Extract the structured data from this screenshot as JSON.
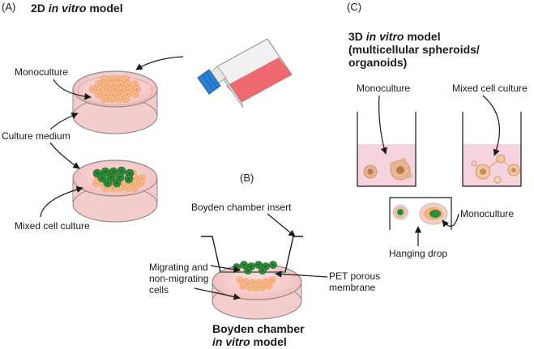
{
  "panel_a": {
    "letter": "(A)",
    "title_pre": "2D ",
    "title_em": "in vitro",
    "title_post": " model",
    "label_monoculture": "Monoculture",
    "label_medium": "Culture medium",
    "label_mixed": "Mixed cell culture"
  },
  "panel_b": {
    "letter_open": "(",
    "letter": "B",
    "letter_close": ")",
    "label_insert": "Boyden chamber insert",
    "label_migrating_1": "Migrating and",
    "label_migrating_2": "non-migrating",
    "label_migrating_3": "cells",
    "label_pet_1": "PET porous",
    "label_pet_2": "membrane",
    "title_line1": "Boyden chamber",
    "title_em": "in vitro",
    "title_post": " model"
  },
  "panel_c": {
    "letter": "(C)",
    "title_pre": "3D ",
    "title_em": "in vitro",
    "title_post": " model",
    "title_line2": "(multicellular spheroids/",
    "title_line3": "organoids)",
    "label_mono_well": "Monoculture",
    "label_mixed_well": "Mixed cell culture",
    "label_mono_drop": "Monoculture",
    "label_hanging": "Hanging drop"
  },
  "colors": {
    "dish_pink": "#f6c9c9",
    "cell_orange": "#f7b98a",
    "cell_green": "#2e8b3c",
    "flask_red": "#ee5a63",
    "cap_blue": "#2b7fd4"
  }
}
